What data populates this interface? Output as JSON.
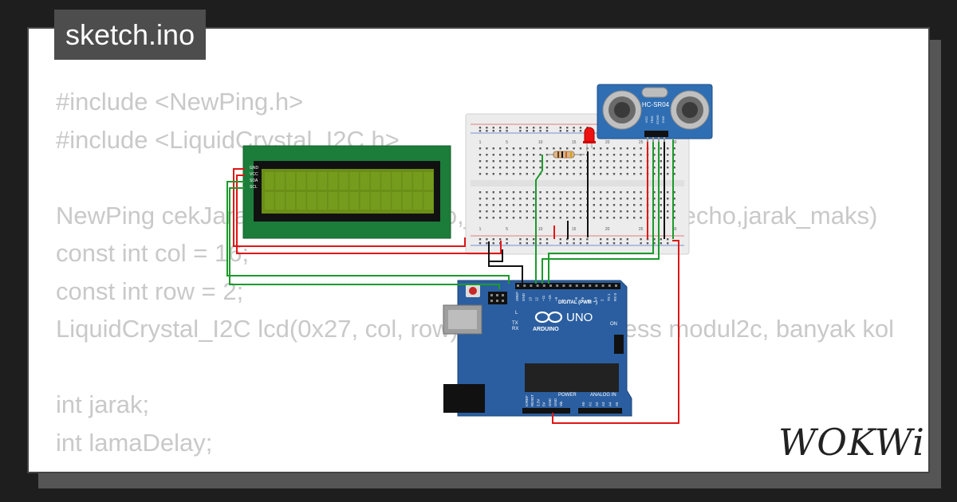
{
  "window": {
    "title": "sketch.ino"
  },
  "code_lines": [
    "#include <NewPing.h>",
    "#include <LiquidCrystal_I2C.h>",
    "",
    "NewPing cekJarak(pin_trig,pin_echo,jarak_maks);  //(trig,echo,jarak_maks)",
    "const int col = 16;",
    "const int row = 2;",
    "LiquidCrystal_I2C lcd(0x27, col, row);  //alamat address modul2c, banyak kol",
    "",
    "int jarak;",
    "int lamaDelay;"
  ],
  "lcd": {
    "pins": [
      "GND",
      "VCC",
      "SDA",
      "SCL"
    ]
  },
  "sensor": {
    "label": "HC-SR04",
    "pins": [
      "VCC",
      "TRIG",
      "ECHO",
      "GND"
    ]
  },
  "breadboard": {
    "column_numbers": [
      "1",
      "5",
      "10",
      "15",
      "20",
      "25",
      "30"
    ]
  },
  "arduino": {
    "logo_text": "UNO",
    "brand_text": "ARDUINO",
    "header_label": "DIGITAL (PWM ~)",
    "power_label": "POWER",
    "analog_label": "ANALOG IN",
    "tx_label": "TX",
    "rx_label": "RX",
    "on_label": "ON",
    "l_label": "L",
    "digital_pins": [
      "AREF",
      "GND",
      "13",
      "12",
      "~11",
      "~10",
      "~9",
      "8",
      "7",
      "~6",
      "~5",
      "4",
      "~3",
      "2",
      "TX 1",
      "RX 0"
    ],
    "power_pins": [
      "IOREF",
      "RESET",
      "3.3V",
      "5V",
      "GND",
      "GND",
      "Vin"
    ],
    "analog_pins": [
      "A0",
      "A1",
      "A2",
      "A3",
      "A4",
      "A5"
    ]
  },
  "brand": {
    "name": "WOKWi"
  },
  "colors": {
    "board_blue": "#2a5ea0",
    "lcd_green": "#1c7d3a",
    "lcd_screen": "#6b8f16",
    "wire_red": "#e01616",
    "wire_green": "#1c9a2c",
    "wire_black": "#111111",
    "sensor_blue": "#2f6eb3"
  }
}
